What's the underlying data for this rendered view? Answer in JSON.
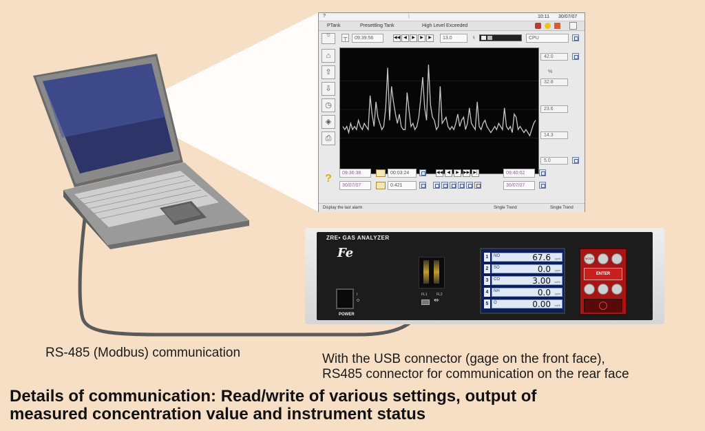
{
  "software": {
    "title_time": "10:11",
    "title_date": "30/07/07",
    "status_items": [
      "PTank",
      "Presettling Tank",
      "High Level Exceeded"
    ],
    "clock_time": "09:39:56",
    "interval_value": "13.0",
    "channel_label": "CPU",
    "y_ticks": [
      "42.0",
      "32.8",
      "23.6",
      "14.3",
      "5.0"
    ],
    "y_unit": "%",
    "row1": {
      "start_time": "09:36:38",
      "span_time": "00:03:24",
      "end_time": "09:40:02"
    },
    "row2": {
      "start_date": "30/07/07",
      "cursor_value": "0.421",
      "end_date": "30/07/07"
    },
    "nav_buttons": [
      "|◀◀",
      "◀",
      "▶",
      "▶▶",
      "▶|"
    ],
    "footer": {
      "hint": "Display the last alarm",
      "mode_left": "Single Trend",
      "mode_right": "Single Trend"
    },
    "trend_values": [
      18,
      17,
      18,
      16,
      19,
      17,
      18,
      17,
      20,
      18,
      17,
      19,
      18,
      17,
      28,
      22,
      18,
      26,
      21,
      19,
      17,
      18,
      24,
      37,
      20,
      31,
      26,
      22,
      19,
      22,
      18,
      17,
      17,
      29,
      23,
      18,
      19,
      17,
      18,
      21,
      27,
      34,
      24,
      20,
      38,
      25,
      21,
      20,
      17,
      18,
      31,
      19,
      20,
      21,
      18,
      17,
      18,
      17,
      19,
      22,
      18,
      20,
      21,
      17,
      19,
      24,
      19,
      18,
      17,
      26,
      18,
      17,
      19,
      20,
      18,
      17,
      16,
      17,
      18,
      17,
      19,
      18,
      17,
      24,
      18,
      17,
      18,
      16,
      22,
      21,
      17,
      18,
      17,
      16,
      17,
      16,
      15,
      17,
      19,
      20
    ]
  },
  "analyzer": {
    "brand_line": "ZRE• GAS ANALYZER",
    "logo": "Fe",
    "power_label": "POWER",
    "switch_marks": [
      "I",
      "O"
    ],
    "port_labels": [
      "FL1",
      "FL2"
    ],
    "readings": [
      {
        "num": "1",
        "gas": "NO",
        "value": "67.6",
        "unit": "ppm"
      },
      {
        "num": "2",
        "gas": "SO",
        "value": "0.0",
        "unit": "ppm"
      },
      {
        "num": "3",
        "gas": "CO",
        "value": "3.00",
        "unit": "vol%"
      },
      {
        "num": "4",
        "gas": "NH",
        "value": "0.0",
        "unit": "ppm"
      },
      {
        "num": "5",
        "gas": "O",
        "value": "0.00",
        "unit": "vol%"
      }
    ],
    "keypad": {
      "mode": "MODE",
      "enter": "ENTER"
    }
  },
  "captions": {
    "rs485": "RS-485 (Modbus) communication",
    "usb_line1": "With the USB connector (gage on the front face),",
    "usb_line2": "RS485 connector for communication on the rear face",
    "headline_line1": "Details of communication: Read/write of various settings, output of",
    "headline_line2": "measured concentration value and instrument status"
  },
  "colors": {
    "background": "#f7dfc6",
    "trend_line": "#c8c8c8",
    "lcd_blue": "#0d1e5c",
    "keypad_red": "#a71515"
  }
}
